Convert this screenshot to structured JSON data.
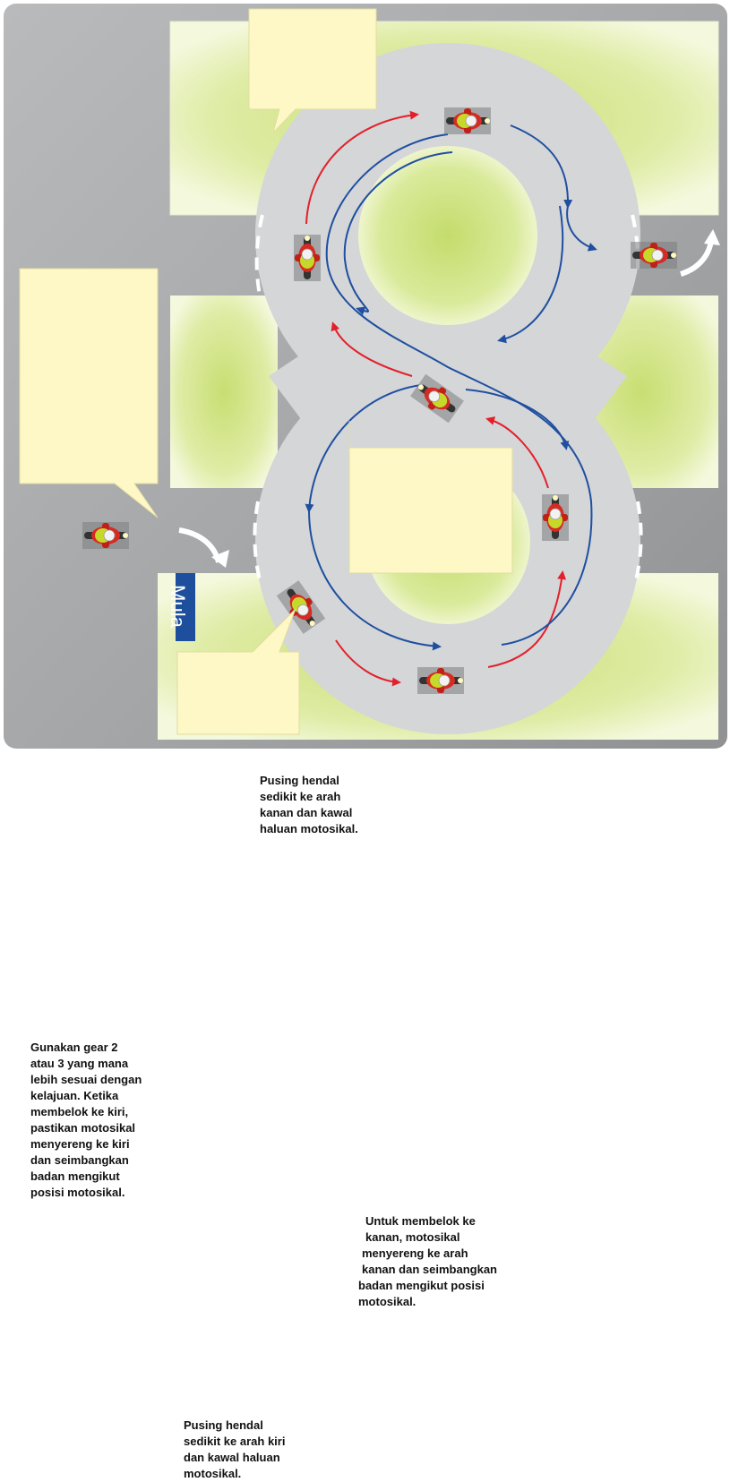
{
  "callouts": {
    "top": [
      "Pusing hendal",
      "sedikit ke arah",
      "kanan dan kawal",
      "haluan motosikal."
    ],
    "left": [
      "Gunakan gear 2",
      "atau 3 yang mana",
      "lebih sesuai dengan",
      "kelajuan. Ketika",
      "membelok ke kiri,",
      "pastikan motosikal",
      "menyereng ke kiri",
      "dan seimbangkan",
      "badan mengikut",
      "posisi motosikal."
    ],
    "right": [
      "Untuk membelok ke",
      "kanan, motosikal",
      "menyereng ke arah",
      "kanan dan seimbangkan",
      "badan mengikut posisi",
      "motosikal."
    ],
    "bottom": [
      "Pusing hendal",
      "sedikit ke arah kiri",
      "dan kawal haluan",
      "motosikal."
    ]
  },
  "start_label": "Mula",
  "colors": {
    "background": "#a9abad",
    "track": "#d4d6d8",
    "grass_center": "#c8e07a",
    "grass_edge": "#f0f6d0",
    "callout_fill": "#fdf8c6",
    "path_red": "#e3202a",
    "path_blue": "#1f4fa0",
    "bike_red": "#d62a22",
    "rider_jacket": "#c6d92a",
    "start_badge": "#1e4f9c"
  }
}
